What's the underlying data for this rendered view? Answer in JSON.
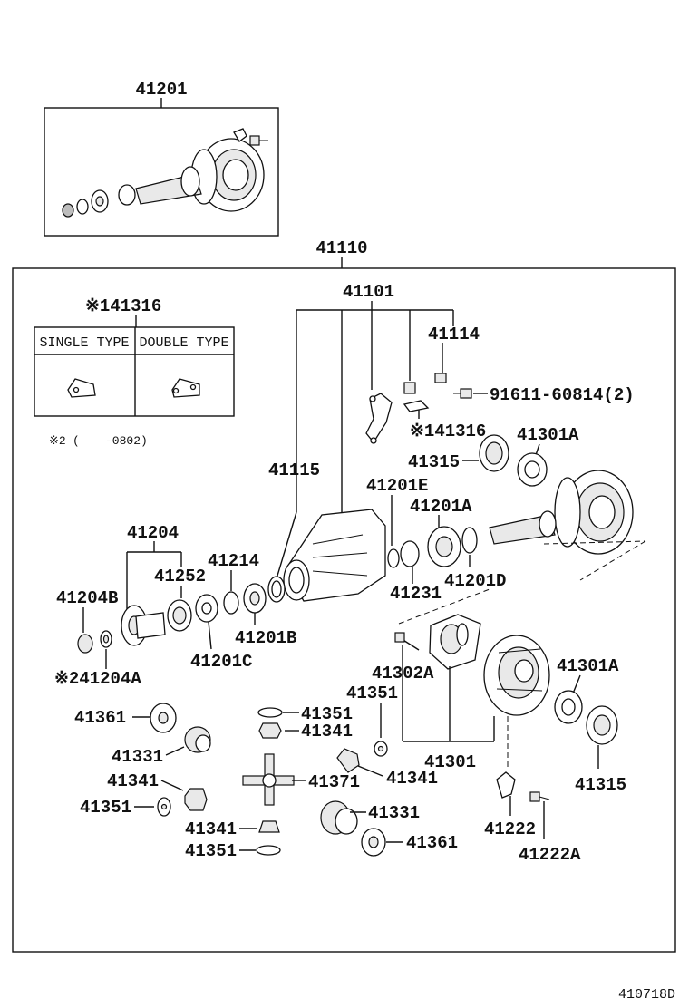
{
  "diagram_code": "410718D",
  "kit_box": {
    "label": "41201"
  },
  "assembly_box": {
    "label": "41110"
  },
  "legend": {
    "title": "※141316",
    "col_single": "SINGLE TYPE",
    "col_double": "DOUBLE TYPE",
    "note_mark": "※2",
    "note_open": "(",
    "note_code": "-0802)"
  },
  "labels": {
    "l41101": "41101",
    "l41114": "41114",
    "l91611": "91611-60814(2)",
    "l41316": "※141316",
    "l41315_top": "41315",
    "l41301A_top": "41301A",
    "l41115": "41115",
    "l41201E": "41201E",
    "l41201A": "41201A",
    "l41204": "41204",
    "l41214": "41214",
    "l41252": "41252",
    "l41204B": "41204B",
    "l41231": "41231",
    "l41201D": "41201D",
    "l41201B": "41201B",
    "l41201C": "41201C",
    "l41204A": "※241204A",
    "l41302A": "41302A",
    "l41351_c": "41351",
    "l41301A_r": "41301A",
    "l41361_l": "41361",
    "l41351_t": "41351",
    "l41341_t": "41341",
    "l41331_l": "41331",
    "l41301": "41301",
    "l41341_l": "41341",
    "l41371": "41371",
    "l41341_c": "41341",
    "l41315_r": "41315",
    "l41351_l": "41351",
    "l41331_b": "41331",
    "l41341_b": "41341",
    "l41361_b": "41361",
    "l41222": "41222",
    "l41351_b": "41351",
    "l41222A": "41222A"
  }
}
